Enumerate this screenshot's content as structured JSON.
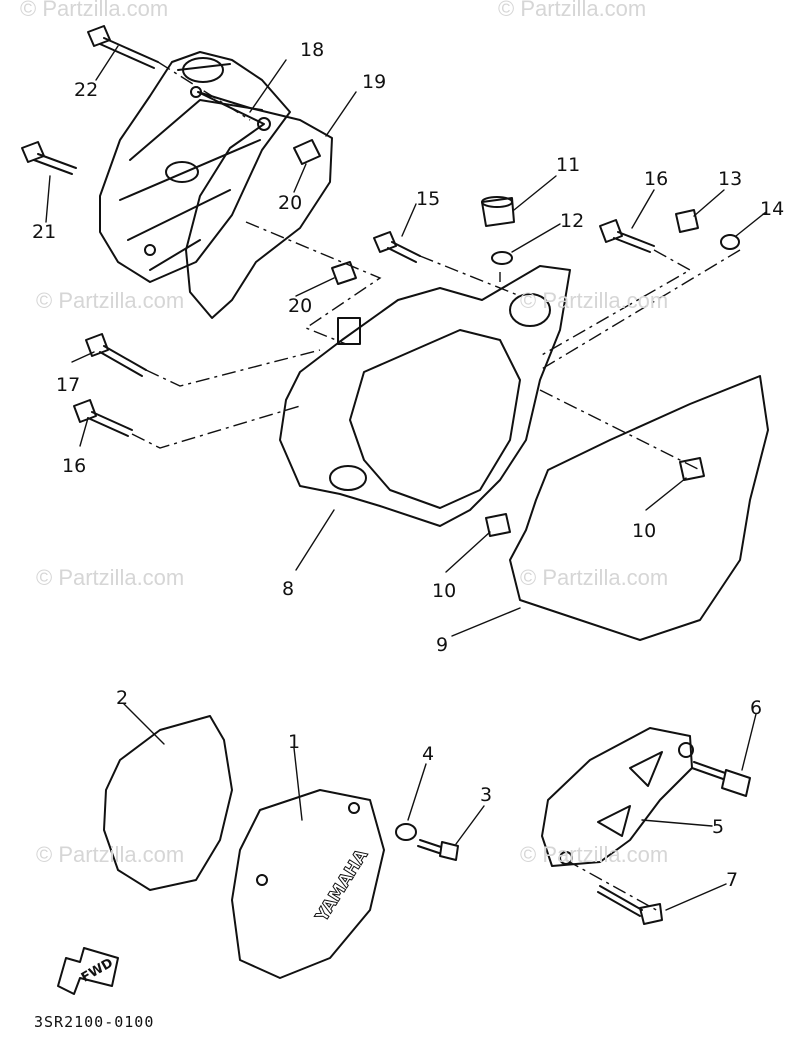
{
  "watermark": "© Partzilla.com",
  "callouts": {
    "c1": "1",
    "c2": "2",
    "c3": "3",
    "c4": "4",
    "c5": "5",
    "c6": "6",
    "c7": "7",
    "c8": "8",
    "c9": "9",
    "c10a": "10",
    "c10b": "10",
    "c11": "11",
    "c12": "12",
    "c13": "13",
    "c14": "14",
    "c15": "15",
    "c16a": "16",
    "c16b": "16",
    "c17": "17",
    "c18": "18",
    "c19": "19",
    "c20a": "20",
    "c20b": "20",
    "c21": "21",
    "c22": "22"
  },
  "cover_brand": "YAMAHA",
  "fwd_arrow": "FWD",
  "part_number": "3SR2100-0100"
}
